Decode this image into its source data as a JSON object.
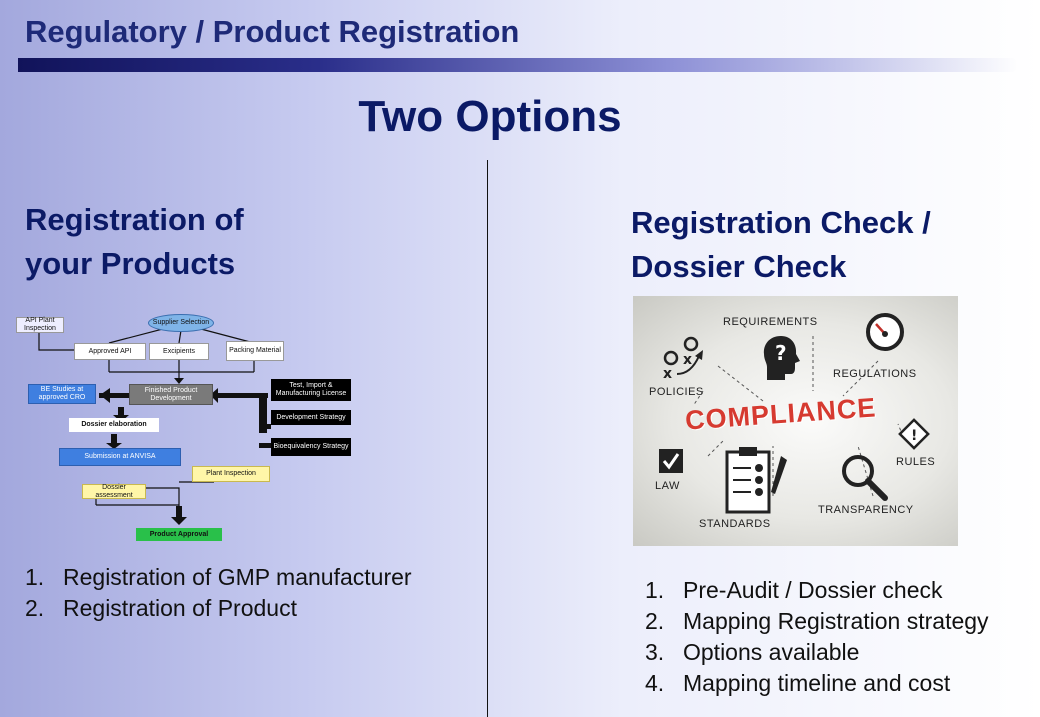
{
  "header": {
    "title": "Regulatory / Product Registration"
  },
  "main_title": "Two Options",
  "left": {
    "heading_line1": "Registration of",
    "heading_line2": "your Products",
    "flowchart": {
      "supplier": "Supplier Selection",
      "api_plant": "API Plant Inspection",
      "approved_api": "Approved API",
      "excipients": "Excipients",
      "packing": "Packing Material",
      "be_studies": "BE Studies at approved CRO",
      "finished": "Finished Product Development",
      "test_import": "Test, Import & Manufacturing License",
      "dev_strategy": "Development Strategy",
      "bioeq": "Bioequivalency Strategy",
      "dossier_elab": "Dossier elaboration",
      "submission": "Submission at ANVISA",
      "plant_insp": "Plant Inspection",
      "dossier_assess": "Dossier assessment",
      "approval": "Product Approval"
    },
    "list": [
      {
        "num": "1.",
        "text": "Registration of GMP manufacturer"
      },
      {
        "num": "2.",
        "text": "Registration of Product"
      }
    ]
  },
  "right": {
    "heading_line1": "Registration Check /",
    "heading_line2": "Dossier Check",
    "compliance_image": {
      "center": "COMPLIANCE",
      "requirements": "REQUIREMENTS",
      "regulations": "REGULATIONS",
      "policies": "POLICIES",
      "rules": "RULES",
      "law": "LAW",
      "standards": "STANDARDS",
      "transparency": "TRANSPARENCY"
    },
    "list": [
      {
        "num": "1.",
        "text": "Pre-Audit / Dossier check"
      },
      {
        "num": "2.",
        "text": "Mapping Registration strategy"
      },
      {
        "num": "3.",
        "text": "Options available"
      },
      {
        "num": "4.",
        "text": "Mapping timeline and cost"
      }
    ]
  }
}
